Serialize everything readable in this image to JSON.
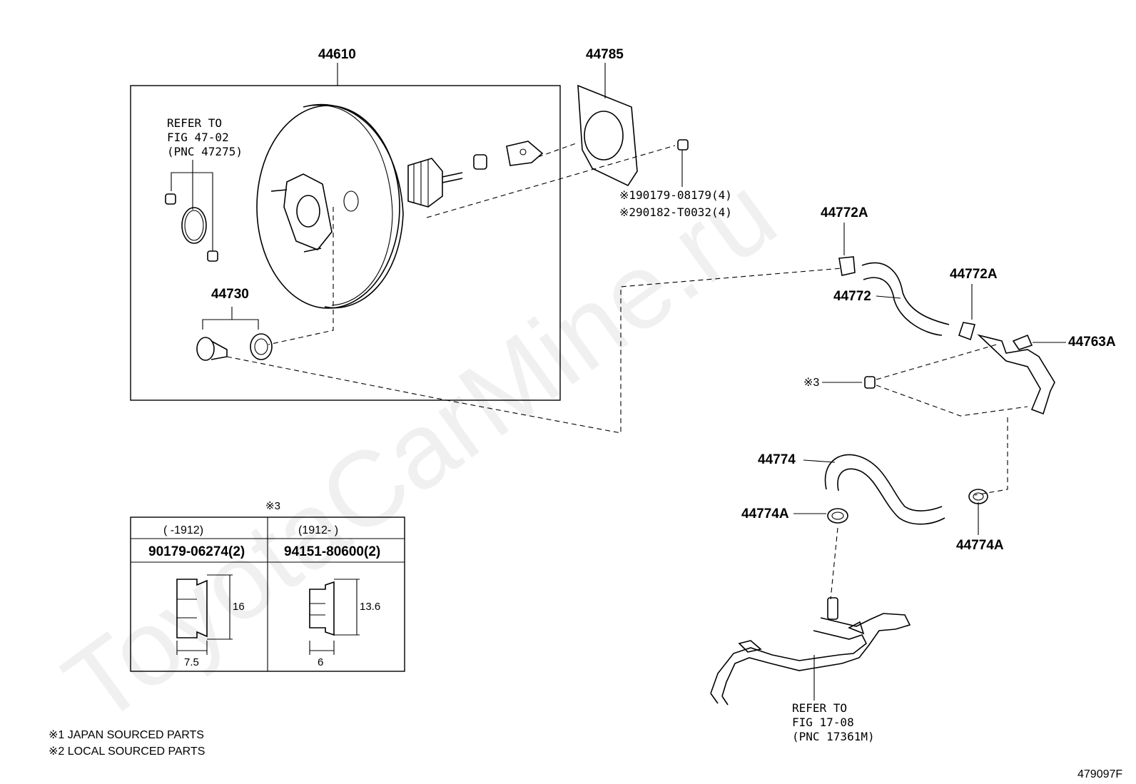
{
  "labels": {
    "booster": "44610",
    "gasket": "44785",
    "grommet_set": "44730",
    "clip_upper": "44772A",
    "hose_upper": "44772",
    "clip_right": "44772A",
    "union": "44763A",
    "hose_lower": "44774",
    "clip_lower_left": "44774A",
    "clip_lower_right": "44774A",
    "fastener_ref": "※3"
  },
  "refer_upper": [
    "REFER TO",
    "FIG 47-02",
    "(PNC 47275)"
  ],
  "refer_lower": [
    "REFER TO",
    "FIG 17-08",
    "(PNC 17361M)"
  ],
  "nut_parts": [
    "※190179-08179(4)",
    "※290182-T0032(4)"
  ],
  "table": {
    "title": "※3",
    "col1_range": "(      -1912)",
    "col2_range": "(1912-      )",
    "col1_part": "90179-06274(2)",
    "col2_part": "94151-80600(2)",
    "col1_height": "16",
    "col1_width": "7.5",
    "col2_height": "13.6",
    "col2_width": "6"
  },
  "notes": [
    "※1 JAPAN SOURCED PARTS",
    "※2 LOCAL SOURCED PARTS"
  ],
  "figure_id": "479097F",
  "watermark": "ToyotaCarMine.ru"
}
